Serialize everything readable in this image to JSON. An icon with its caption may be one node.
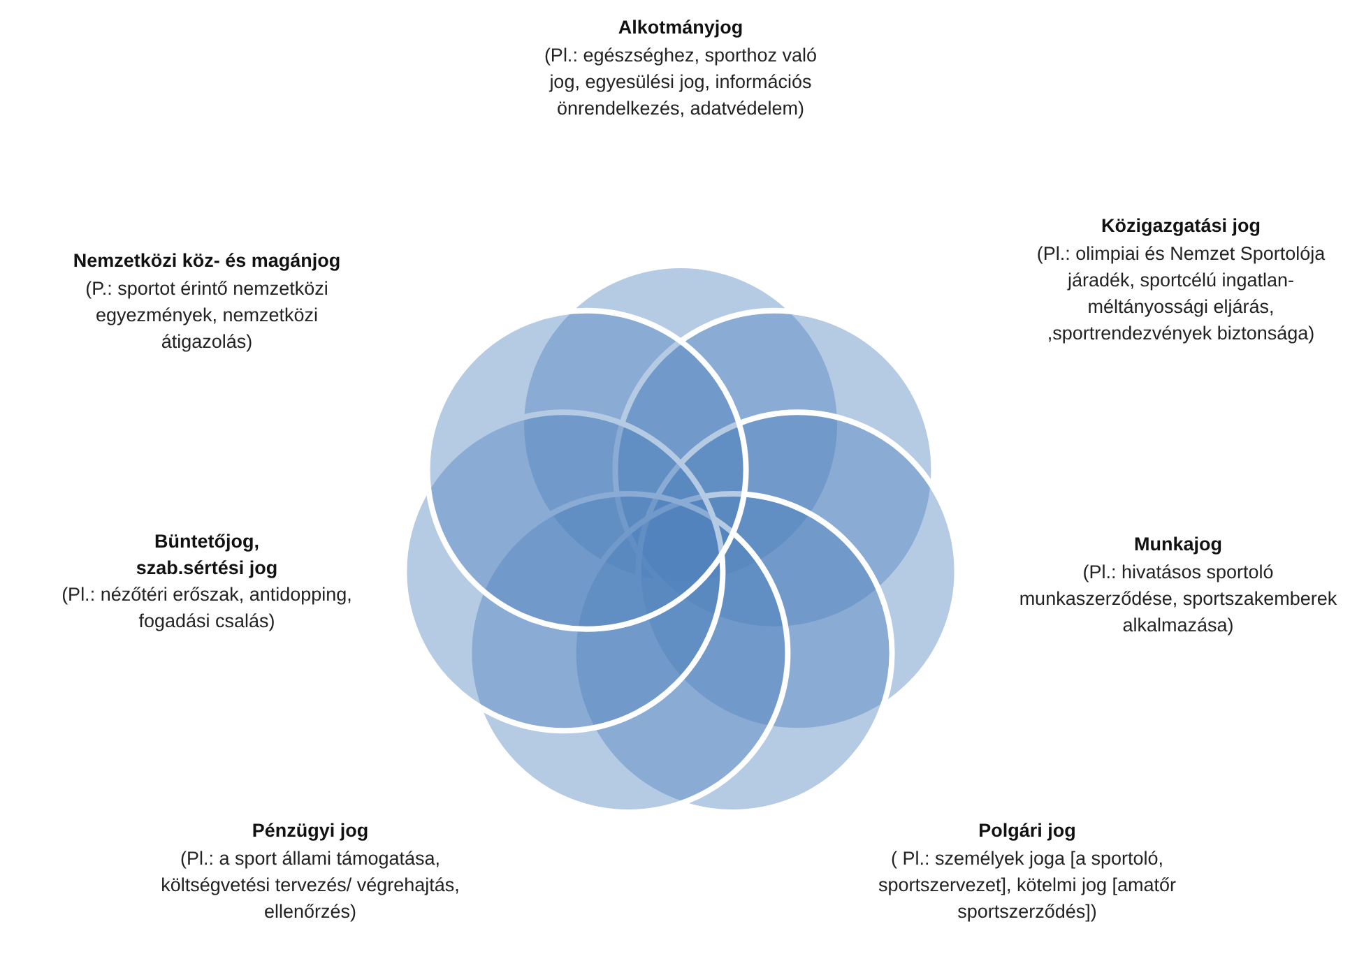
{
  "diagram": {
    "labels": [
      "Alkotmányjog",
      "(Pl.: egészséghez, sporthoz való jog, egyesülési jog, információs önrendelkezés, adatvédelem)",
      "Közigazgatási jog",
      "(Pl.: olimpiai és Nemzet Sportolója járadék, sportcélú ingatlan- méltányossági eljárás, ,sportrendezvények biztonsága)",
      "Nemzetközi köz- és magánjog",
      "(P.: sportot érintő nemzetközi egyezmények, nemzetközi átigazolás)",
      "Büntetőjog, szab.sértési jog",
      "(Pl.: nézőtéri erőszak, antidopping, fogadási csalás)",
      "Munkajog",
      "(Pl.: hivatásos sportoló munkaszerződése, sportszakemberek alkalmazása)",
      "Pénzügyi jog",
      "(Pl.: a sport állami támogatása, költségvetési tervezés/ végrehajtás, ellenőrzés)",
      "Polgári jog",
      "( Pl.: személyek joga [a sportoló, sportszervezet], kötelmi jog [amatőr sportszerződés])"
    ]
  }
}
